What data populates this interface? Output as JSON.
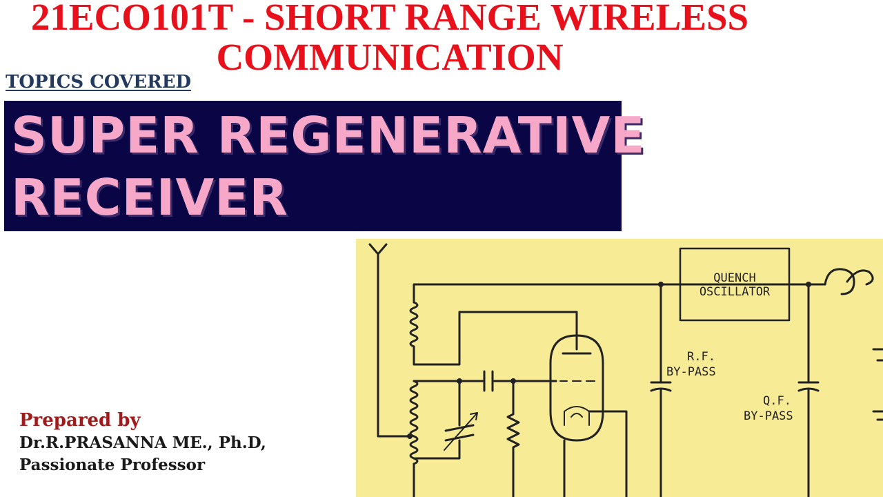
{
  "course": {
    "title_line1": "21ECO101T - SHORT RANGE WIRELESS",
    "title_line2": "COMMUNICATION"
  },
  "topics": {
    "label": "TOPICS COVERED",
    "title_line1": "SUPER REGENERATIVE",
    "title_line2": "RECEIVER"
  },
  "author": {
    "prepared_label": "Prepared by",
    "name": "Dr.R.PRASANNA ME., Ph.D,",
    "designation": "Passionate Professor"
  },
  "diagram": {
    "quench_label_1": "QUENCH",
    "quench_label_2": "OSCILLATOR",
    "rf_label_1": "R.F.",
    "rf_label_2": "BY-PASS",
    "qf_label_1": "Q.F.",
    "qf_label_2": "BY-PASS"
  },
  "colors": {
    "course_title": "#e8101a",
    "topic_box_bg": "#0a0544",
    "topic_text": "#f7a8c8",
    "diagram_bg": "#f8eb95",
    "prepared_by": "#a01b1b"
  }
}
